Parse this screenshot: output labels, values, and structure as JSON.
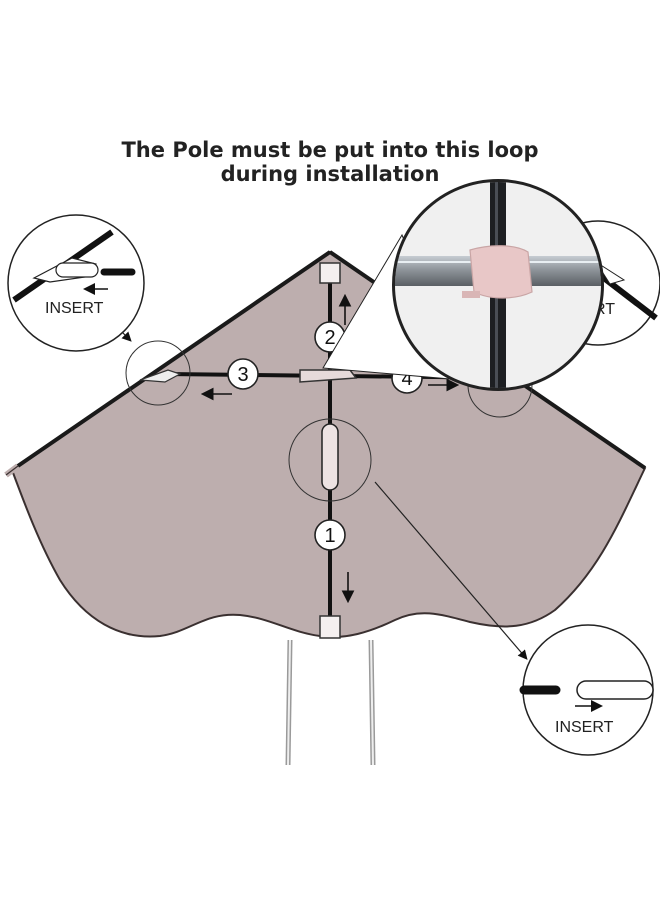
{
  "title": {
    "line1": "The Pole must be put into this loop",
    "line2": "during installation"
  },
  "steps": [
    "1",
    "2",
    "3",
    "4"
  ],
  "callouts": {
    "left_insert": "INSERT",
    "right_insert_partial": "RT",
    "bottom_insert": "INSERT"
  },
  "colors": {
    "canopy": "#bdaeae",
    "outline": "#3a3030",
    "pole": "#111111",
    "loop": "#e8c7c7",
    "metal": "#8a9096"
  }
}
